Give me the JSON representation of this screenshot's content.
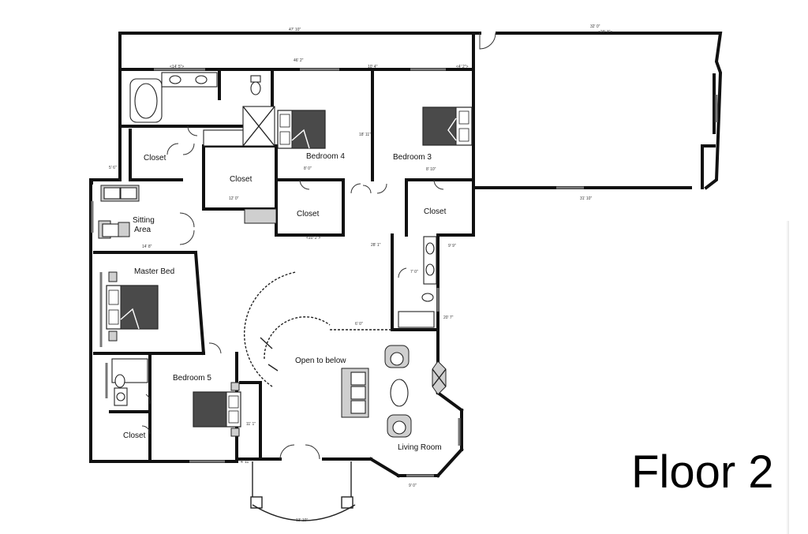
{
  "floor_label": "Floor 2",
  "rooms": {
    "bedroom4": "Bedroom 4",
    "bedroom3": "Bedroom 3",
    "closet_a": "Closet",
    "closet_b": "Closet",
    "closet_c": "Closet",
    "closet_d": "Closet",
    "closet_e": "Closet",
    "sitting_area_1": "Sitting",
    "sitting_area_2": "Area",
    "master_bed": "Master Bed",
    "open_to_below": "Open to below",
    "bedroom5": "Bedroom 5",
    "living_room": "Living Room"
  },
  "dimensions": {
    "top_overall": "47' 10\"",
    "top_right": "32' 0\"",
    "top_right_sub": "<29' 3\">",
    "dim_14_5": "<14' 5\">",
    "dim_46_2": "46' 2\"",
    "dim_10_4": "10' 4\"",
    "dim_4_2": "<4' 2\">",
    "dim_5_6": "5' 6\"",
    "dim_18_11": "18' 11\"",
    "dim_8_0": "8' 0\"",
    "dim_8_10": "8' 10\"",
    "dim_12_0": "12' 0\"",
    "dim_10_2": "<10' 2\">",
    "dim_14_8": "14' 8\"",
    "dim_28_1": "28' 1\"",
    "dim_31_10": "31' 10\"",
    "dim_9_9": "9' 9\"",
    "dim_6_0": "6' 0\"",
    "dim_20_7": "20' 7\"",
    "dim_11_1": "11' 1\"",
    "dim_13_10": "13' 10\"",
    "dim_9_0": "9' 0\"",
    "dim_7_0": "7' 0\"",
    "dim_4_11": "4' 11\""
  }
}
